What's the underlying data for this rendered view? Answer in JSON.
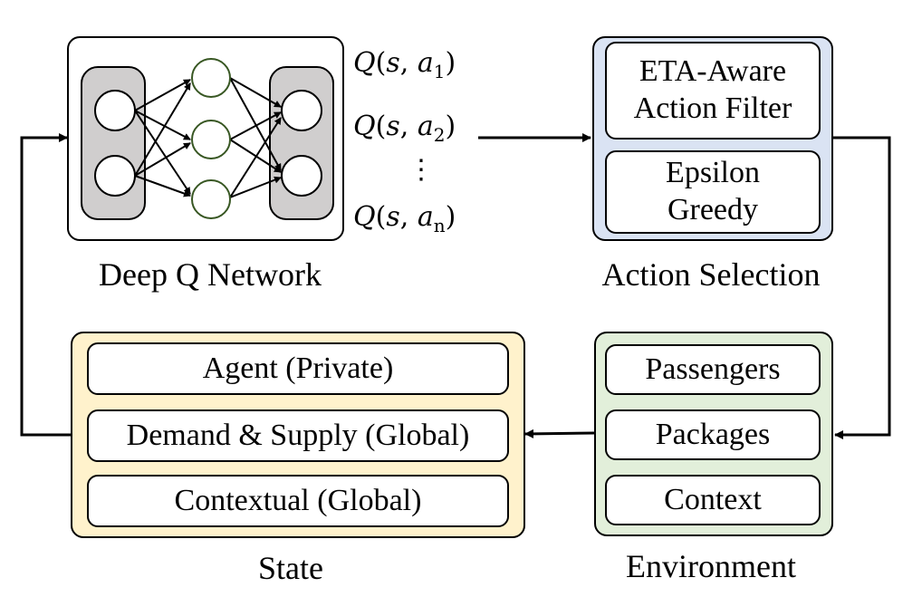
{
  "dqn": {
    "caption": "Deep Q Network",
    "q_values": [
      {
        "fn": "Q",
        "arg": "s",
        "act": "a",
        "sub": "1"
      },
      {
        "fn": "Q",
        "arg": "s",
        "act": "a",
        "sub": "2"
      },
      {
        "fn": "Q",
        "arg": "s",
        "act": "a",
        "sub": "n"
      }
    ],
    "ellipsis": "⋮"
  },
  "action_selection": {
    "caption": "Action Selection",
    "items": [
      "ETA-Aware Action Filter",
      "Epsilon Greedy"
    ]
  },
  "state": {
    "caption": "State",
    "items": [
      "Agent (Private)",
      "Demand & Supply (Global)",
      "Contextual (Global)"
    ]
  },
  "environment": {
    "caption": "Environment",
    "items": [
      "Passengers",
      "Packages",
      "Context"
    ]
  },
  "colors": {
    "action_bg": "#dae3f3",
    "state_bg": "#fff2cc",
    "env_bg": "#e2efda",
    "dqn_layer_bg": "#d0cece",
    "hidden_node_stroke": "#385723"
  }
}
